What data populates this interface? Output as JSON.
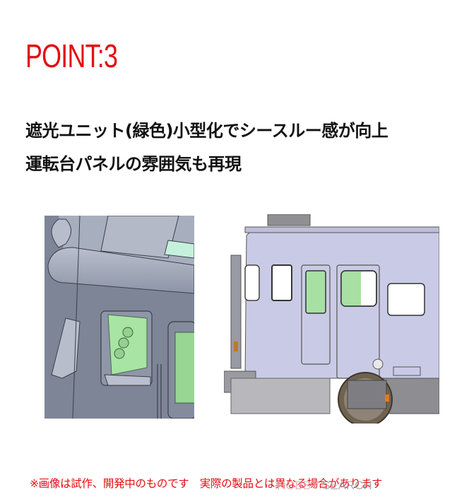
{
  "header": {
    "point_label": "POINT:3"
  },
  "description": {
    "line1": "遮光ユニット(緑色)小型化でシースルー感が向上",
    "line2": "運転台パネルの雰囲気も再現"
  },
  "images": {
    "left": {
      "alt": "3D CAD close-up of cab window with green light-shielding unit"
    },
    "right": {
      "alt": "3D CAD side view of railcar front end with green light-shielding units in windows"
    }
  },
  "colors": {
    "accent_red": "#e30d12",
    "body_lavender": "#c9cbe6",
    "unit_green": "#a8e0a4",
    "cad_gray": "#8a91a3"
  },
  "footer": {
    "caption": "※画像は試作、開発中のものです　実際の製品とは異なる場合があります",
    "watermark_hobby": "HOBBY",
    "watermark_search": " SEARCH"
  }
}
